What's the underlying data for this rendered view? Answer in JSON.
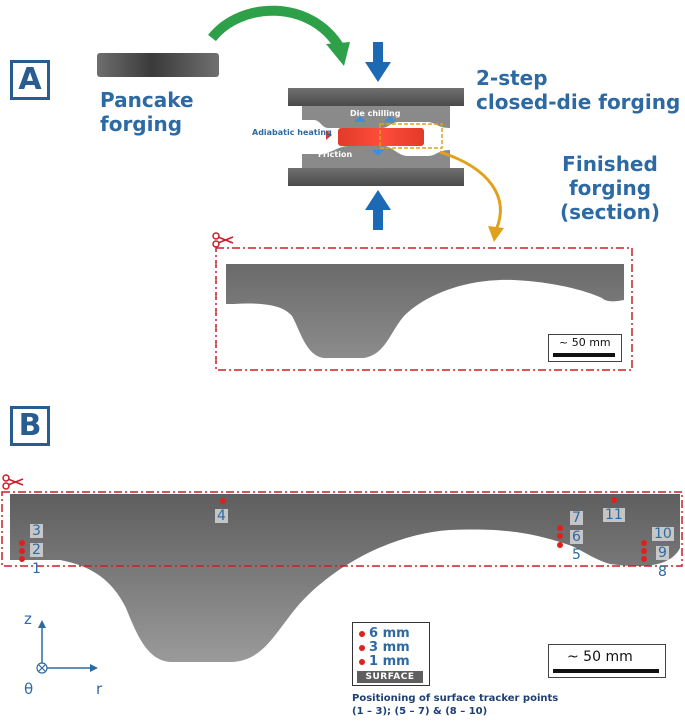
{
  "panel_a": {
    "label": "A",
    "pancake_label_line1": "Pancake",
    "pancake_label_line2": "forging",
    "closed_die_line1": "2-step",
    "closed_die_line2": "closed-die forging",
    "die_chilling": "Die chilling",
    "adiabatic_heating": "Adiabatic heating",
    "friction": "Friction",
    "finished_line1": "Finished",
    "finished_line2": "forging",
    "finished_line3": "(section)",
    "scale_label": "~ 50 mm"
  },
  "panel_b": {
    "label": "B",
    "tracker_points": [
      "1",
      "2",
      "3",
      "4",
      "5",
      "6",
      "7",
      "8",
      "9",
      "10",
      "11"
    ],
    "legend": {
      "rows": [
        "6 mm",
        "3 mm",
        "1 mm"
      ],
      "surface": "SURFACE"
    },
    "caption_line1": "Positioning of surface tracker points",
    "caption_line2": "(1 – 3); (5 – 7) & (8 – 10)",
    "scale_label": "~ 50 mm",
    "axes": {
      "z": "z",
      "r": "r",
      "theta": "θ"
    }
  },
  "colors": {
    "accent_blue": "#2d6aa3",
    "frame_red": "#c8202a",
    "tracker_red": "#e0201c",
    "die_gray": "#5a5a5a",
    "arrow_green": "#2ea04a",
    "arrow_gold": "#e0a21c"
  },
  "icons": {
    "scissors": "scissors-icon",
    "down_arrow": "down-arrow-icon",
    "up_arrow": "up-arrow-icon"
  }
}
